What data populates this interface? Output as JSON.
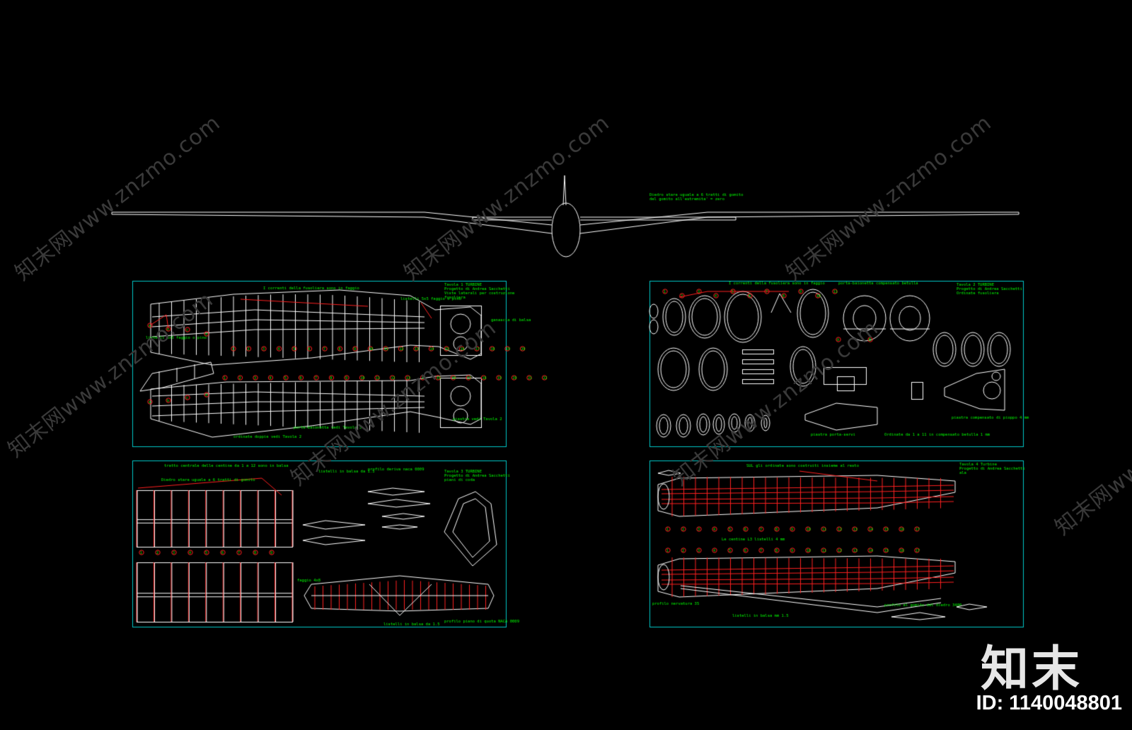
{
  "colors": {
    "background": "#000000",
    "outline": "#ffffff",
    "sheet_border": "#00c8c8",
    "annotation": "#00ff00",
    "leader": "#ff2020",
    "watermark": "#3a3a3a"
  },
  "overview": {
    "note": "Diedro stare uguale a 6 tratti di gomito"
  },
  "sheets": [
    {
      "id": "tavola-1",
      "title_lines": [
        "Tavola 1 TURBINE",
        "Progetto di Andrea Sacchetti",
        "Viste laterali per costruzione",
        "fusoliera"
      ],
      "notes": [
        "I correnti della fusoliera sono in faggio",
        "listelli 5x5 faggio o pino",
        "ordinate doppie vedi Tavola 2",
        "porta-baionetta vedi Tavola 3",
        "piastra vedi Tavola 2",
        "ganascia di balsa"
      ]
    },
    {
      "id": "tavola-2",
      "title_lines": [
        "Tavola 2 TURBINE",
        "Progetto di Andrea Sacchetti",
        "Ordinate fusoliera"
      ],
      "notes": [
        "I correnti della fusoliera sono in faggio",
        "porta-baionetta compensato betulla",
        "piastra compensato di pioppo 4 mm",
        "Ordinate da 1 a 11 in compensato betulla 1 mm",
        "piastra porta-servi"
      ]
    },
    {
      "id": "tavola-3",
      "title_lines": [
        "Tavola 3 TURBINE",
        "Progetto di Andrea Sacchetti",
        "piani di coda"
      ],
      "notes": [
        "tratto centrale delle centine da 1 a 12 sono in balsa",
        "Diedro stare uguale a 6 tratti di gomito",
        "profilo deriva naca 0009",
        "listelli in balsa da 1.5",
        "profilo piano di quota NACA 0009",
        "faggio 4x8"
      ]
    },
    {
      "id": "tavola-4",
      "title_lines": [
        "Tavola 4 Turbine",
        "Progetto di Andrea Sacchetti",
        "ala"
      ],
      "notes": [
        "SUL gli ordinate sono costruiti insieme al resto",
        "Le centine L3 listelli 4 mm",
        "profilo nervatura 35",
        "listelli in balsa mm 1.5",
        "profilo al gomito del diedro 3400"
      ]
    }
  ],
  "watermark": {
    "text": "知末网www.znzmo.com"
  },
  "brand": "知末",
  "image_id": "ID: 1140048801"
}
